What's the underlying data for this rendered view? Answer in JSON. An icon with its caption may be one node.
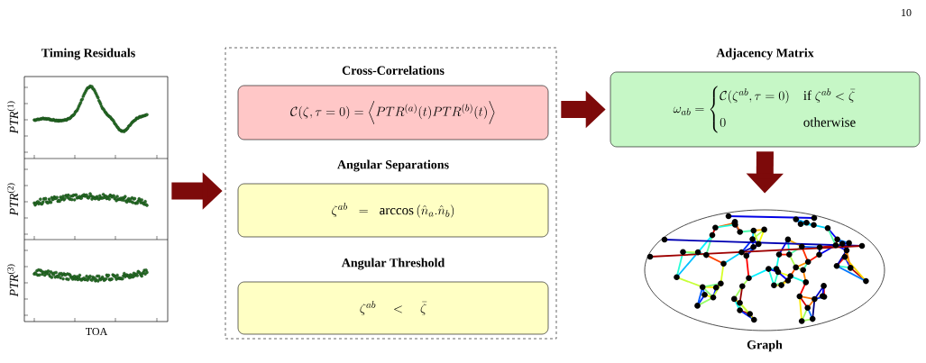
{
  "diagram": {
    "nodes": [
      {
        "text": [
          "Timing Residuals"
        ],
        "beside": [
          "*PTR*$^{(1)}$",
          "*PTR*$^{(2)}$",
          "*PTR*$^{(3)}$",
          "TOA"
        ]
      },
      {
        "text": [],
        "shape": "box"
      },
      {
        "text": [
          "Cross-Correlations",
          "\\mathcal{C}(\\zeta,\\tau=0) = \\left\\langle PTR^{(a)}(t)PTR^{(b)}(t)\\right\\rangle"
        ],
        "in": 1
      },
      {
        "text": [
          "Angular Separations",
          "\\zeta^{ab} \\;\\;=\\;\\; \\arccos\\left(\\hat{n}_a.\\hat{n}_b\\right)"
        ],
        "in": 1
      },
      {
        "text": [
          "Angular Threshold",
          "\\zeta^{ab} \\quad < \\quad \\bar{\\zeta}"
        ],
        "in": 1
      },
      {
        "text": [
          "Adjacency Matrix",
          "\\omega_{ab} = \\begin{cases} \\mathcal{C}(\\zeta^{ab},\\tau=0) & \\text{if } \\zeta^{ab} < \\bar{\\zeta} \\\\[8pt] 0 & \\text{otherwise} \\end{cases}"
        ]
      },
      {
        "text": [
          "Graph"
        ]
      }
    ],
    "edges": [
      {
        "from": 0,
        "to": 1,
        "arrow": "to"
      },
      {
        "from": 1,
        "to": 5,
        "arrow": "to"
      },
      {
        "from": 5,
        "to": 6,
        "arrow": "to"
      }
    ],
    "labels": [
      "10"
    ]
  }
}
